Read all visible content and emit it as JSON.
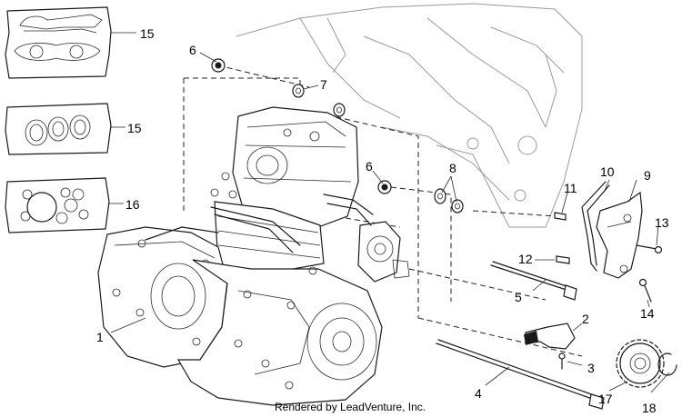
{
  "callouts": [
    {
      "id": "c1",
      "text": "1"
    },
    {
      "id": "c2",
      "text": "2"
    },
    {
      "id": "c3",
      "text": "3"
    },
    {
      "id": "c4",
      "text": "4"
    },
    {
      "id": "c5",
      "text": "5"
    },
    {
      "id": "c6a",
      "text": "6"
    },
    {
      "id": "c6b",
      "text": "6"
    },
    {
      "id": "c7",
      "text": "7"
    },
    {
      "id": "c8",
      "text": "8"
    },
    {
      "id": "c9",
      "text": "9"
    },
    {
      "id": "c10",
      "text": "10"
    },
    {
      "id": "c11",
      "text": "11"
    },
    {
      "id": "c12",
      "text": "12"
    },
    {
      "id": "c13",
      "text": "13"
    },
    {
      "id": "c14",
      "text": "14"
    },
    {
      "id": "c15",
      "text": "15"
    },
    {
      "id": "c16",
      "text": "16"
    },
    {
      "id": "c17",
      "text": "17"
    },
    {
      "id": "c18",
      "text": "18"
    },
    {
      "id": "c19",
      "text": "19"
    }
  ],
  "credit": "Rendered by LeadVenture, Inc.",
  "watermark_icon": "leadventure-watermark"
}
